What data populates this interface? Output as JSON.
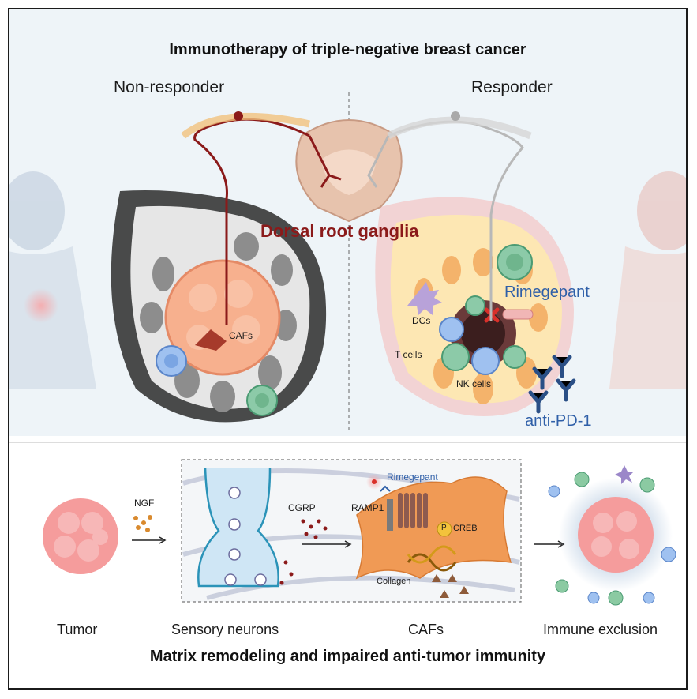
{
  "top": {
    "title": "Immunotherapy of triple-negative breast cancer",
    "left_group": "Non-responder",
    "right_group": "Responder",
    "center_label": "Dorsal root ganglia",
    "caf_label": "CAFs",
    "dcs_label": "DCs",
    "tcells_label": "T cells",
    "nkcells_label": "NK cells",
    "drug_label": "Rimegepant",
    "antibody_label": "anti-PD-1"
  },
  "bottom": {
    "title": "Matrix remodeling and impaired anti-tumor immunity",
    "ngf_label": "NGF",
    "cgrp_label": "CGRP",
    "ramp1_label": "RAMP1",
    "rimegepant_label": "Rimegepant",
    "p_label": "P",
    "creb_label": "CREB",
    "collagen_label": "Collagen",
    "stages": [
      "Tumor",
      "Sensory neurons",
      "CAFs",
      "Immune exclusion"
    ]
  },
  "colors": {
    "nerve_dark": "#8b1a1a",
    "nerve_grey": "#b8b8b8",
    "drg_text": "#8b1a1a",
    "drug_text": "#2f5fa8",
    "tumor": "#f5a782",
    "caf": "#f09a55",
    "spinal": "#e7c3ad"
  }
}
